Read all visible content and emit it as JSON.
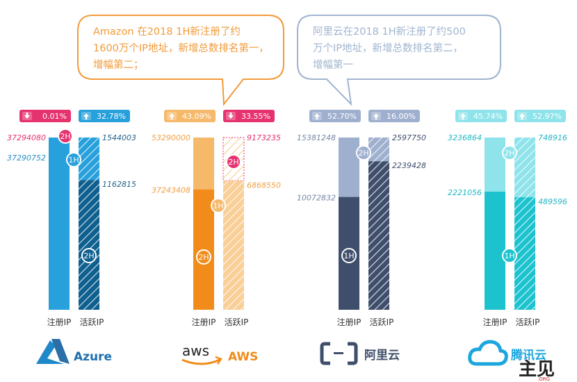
{
  "bubbles": [
    {
      "lines": [
        "Amazon  在2018 1H新注册了约",
        "1600万个IP地址，新增总数排名第一，",
        "增幅第二；"
      ],
      "color": "#f29a3a"
    },
    {
      "lines": [
        "阿里云在2018 1H新注册了约500",
        "万个IP地址，新增总数排名第二，",
        "增幅第一"
      ],
      "color": "#9fb4cf"
    }
  ],
  "chart_data": {
    "type": "bar",
    "categories": [
      "Azure",
      "AWS",
      "阿里云",
      "腾讯云"
    ],
    "bar_labels": [
      "注册IP",
      "活跃IP"
    ],
    "half_labels": [
      "1H",
      "2H"
    ],
    "ylim": [
      0,
      37300000
    ],
    "groups": [
      {
        "name": "Azure",
        "logo_text": "Azure",
        "colors": {
          "main": "#27a0dc",
          "dark": "#0f5f8f",
          "light": "#27a0dc",
          "text_reg": "#2a8ec9",
          "text_act": "#1f5f8a"
        },
        "registered": {
          "h1": 37290752,
          "h2": 37294080,
          "growth": "0.01%",
          "growth_dir": "down"
        },
        "active": {
          "h1": 1162815,
          "h2": 1544003,
          "growth": "32.78%",
          "growth_dir": "up"
        },
        "labels": {
          "reg_h2": "37294080",
          "reg_h1": "37290752",
          "act_h2": "1544003",
          "act_h1": "1162815"
        }
      },
      {
        "name": "AWS",
        "logo_text": "AWS",
        "logo_sub": "aws",
        "colors": {
          "main": "#f6b96a",
          "dark": "#f18c1a",
          "light": "#f9cf97",
          "text_reg": "#f0a044",
          "text_act": "#f0a044"
        },
        "registered": {
          "h1": 37243408,
          "h2": 53290000,
          "growth": "43.09%",
          "growth_dir": "up"
        },
        "active": {
          "h1": 6868550,
          "h2": 9173235,
          "growth": "33.55%",
          "growth_dir": "down"
        },
        "labels": {
          "reg_h2": "53290000",
          "reg_h1": "37243408",
          "act_h2": "9173235",
          "act_h1": "6868550"
        }
      },
      {
        "name": "阿里云",
        "logo_text": "阿里云",
        "colors": {
          "main": "#9fb0cf",
          "dark": "#3f4f6b",
          "light": "#9fb0cf",
          "text_reg": "#7788a6",
          "text_act": "#3f4f6b"
        },
        "registered": {
          "h1": 10072832,
          "h2": 15381248,
          "growth": "52.70%",
          "growth_dir": "up"
        },
        "active": {
          "h1": 2239428,
          "h2": 2597750,
          "growth": "16.00%",
          "growth_dir": "up"
        },
        "labels": {
          "reg_h2": "15381248",
          "reg_h1": "10072832",
          "act_h2": "2597750",
          "act_h1": "2239428"
        }
      },
      {
        "name": "腾讯云",
        "logo_text": "腾讯云",
        "colors": {
          "main": "#8ee4ea",
          "dark": "#1cc3cf",
          "light": "#8ee4ea",
          "text_reg": "#1fb8c4",
          "text_act": "#1fb8c4"
        },
        "registered": {
          "h1": 2221056,
          "h2": 3236864,
          "growth": "45.74%",
          "growth_dir": "up"
        },
        "active": {
          "h1": 489596,
          "h2": 748916,
          "growth": "52.97%",
          "growth_dir": "up"
        },
        "labels": {
          "reg_h2": "3236864",
          "reg_h1": "2221056",
          "act_h2": "748916",
          "act_h1": "489596"
        }
      }
    ]
  },
  "watermark": {
    "text": "主见",
    "sub": ".ORG"
  }
}
